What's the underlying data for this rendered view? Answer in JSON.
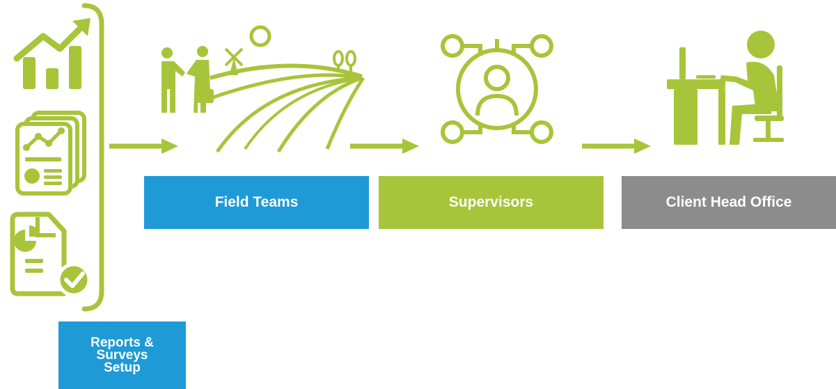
{
  "colors": {
    "green": "#A8C43A",
    "blue": "#1E9AD6",
    "gray": "#8C8C8C",
    "white": "#FFFFFF"
  },
  "icons": {
    "stage_0": [
      "bar-chart-growth-icon",
      "report-pages-icon",
      "checked-document-icon"
    ],
    "stage_1": "field-handshake-icon",
    "stage_2": "supervisor-network-icon",
    "stage_3": "office-worker-desk-icon",
    "connectors": [
      "arrow-right-icon",
      "arrow-right-icon",
      "arrow-right-icon"
    ]
  },
  "stages": [
    {
      "label_lines": [
        "Reports &",
        "Surveys",
        "Setup"
      ],
      "color": "#1E9AD6"
    },
    {
      "label": "Field Teams",
      "color": "#1E9AD6"
    },
    {
      "label": "Supervisors",
      "color": "#A8C43A"
    },
    {
      "label": "Client Head Office",
      "color": "#8C8C8C"
    }
  ]
}
